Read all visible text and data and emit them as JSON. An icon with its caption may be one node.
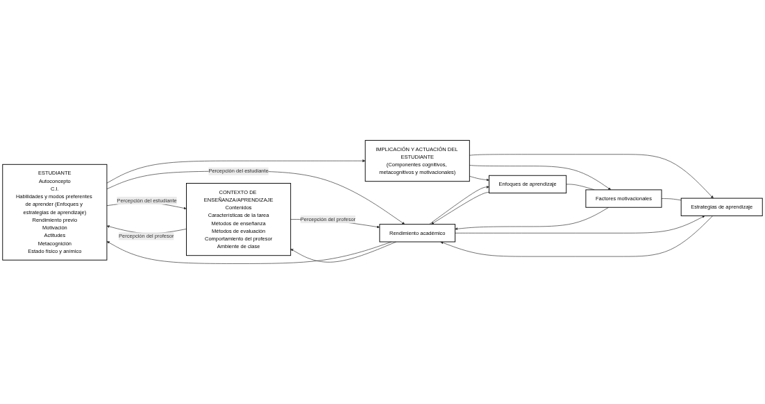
{
  "diagram": {
    "nodes": [
      {
        "text": [
          "ESTUDIANTE",
          "Autoconcepto",
          "C.I.",
          "Habilidades y modos preferentes de aprender (Enfoques y estrategias de aprendizaje)",
          "Rendimiento previo",
          "Motivación",
          "Actitudes",
          "Metacognición",
          "Estado físico y anímico"
        ]
      },
      {
        "text": [
          "CONTEXTO DE ENSEÑANZA/APRENDIZAJE",
          "Contenidos",
          "Características de la tarea",
          "Métodos de enseñanza",
          "Métodos de evaluación",
          "Comportamiento del profesor",
          "Ambiente de clase"
        ]
      },
      {
        "text": [
          "IMPLICACIÓN Y ACTUACIÓN DEL ESTUDIANTE",
          "(Componentes cognitivos, metacognitivos y motivacionales)"
        ]
      },
      {
        "text": [
          "Enfoques de aprendizaje"
        ]
      },
      {
        "text": [
          "Factores motivacionales"
        ]
      },
      {
        "text": [
          "Estrategias de aprendizaje"
        ]
      },
      {
        "text": [
          "Rendimiento académico"
        ]
      }
    ],
    "edges": [
      {
        "from": 0,
        "to": 1,
        "arrow": "to",
        "label": "Percepción del estudiante"
      },
      {
        "from": 1,
        "to": 0,
        "arrow": "to",
        "label": "Percepción del profesor"
      },
      {
        "from": 0,
        "to": 2,
        "arrow": "to"
      },
      {
        "from": 2,
        "to": 3,
        "arrow": "to"
      },
      {
        "from": 2,
        "to": 4,
        "arrow": "to"
      },
      {
        "from": 2,
        "to": 5,
        "arrow": "to"
      },
      {
        "from": 3,
        "to": 4,
        "arrow": "none"
      },
      {
        "from": 4,
        "to": 5,
        "arrow": "none"
      },
      {
        "from": 3,
        "to": 6,
        "arrow": "to"
      },
      {
        "from": 4,
        "to": 6,
        "arrow": "to"
      },
      {
        "from": 5,
        "to": 6,
        "arrow": "to"
      },
      {
        "from": 6,
        "to": 3,
        "arrow": "to"
      },
      {
        "from": 6,
        "to": 5,
        "arrow": "to"
      },
      {
        "from": 0,
        "to": 6,
        "arrow": "to",
        "label": "Percepción del estudiante"
      },
      {
        "from": 6,
        "to": 0,
        "arrow": "to"
      },
      {
        "from": 1,
        "to": 6,
        "arrow": "to",
        "label": "Percepción del profesor"
      },
      {
        "from": 6,
        "to": 1,
        "arrow": "to"
      }
    ]
  }
}
